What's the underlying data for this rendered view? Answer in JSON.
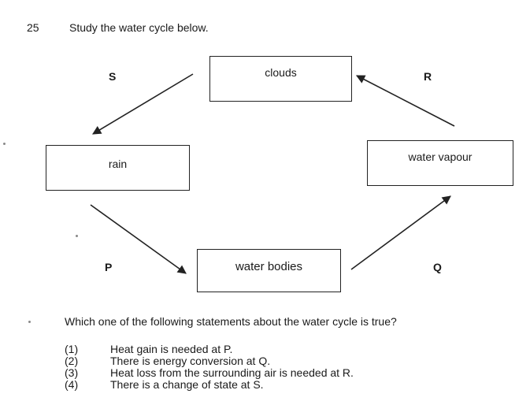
{
  "question": {
    "number": "25",
    "stem": "Study the water cycle below.",
    "prompt": "Which one of the following statements about the water cycle is true?"
  },
  "diagram": {
    "boxes": {
      "clouds": "clouds",
      "rain": "rain",
      "water_vapour": "water vapour",
      "water_bodies": "water bodies"
    },
    "arrow_labels": {
      "S": "S",
      "R": "R",
      "P": "P",
      "Q": "Q"
    }
  },
  "options": [
    {
      "num": "(1)",
      "text": "Heat gain is needed at P."
    },
    {
      "num": "(2)",
      "text": "There is energy conversion at Q."
    },
    {
      "num": "(3)",
      "text": "Heat loss from the surrounding air is needed at R."
    },
    {
      "num": "(4)",
      "text": "There is a change of state at S."
    }
  ]
}
